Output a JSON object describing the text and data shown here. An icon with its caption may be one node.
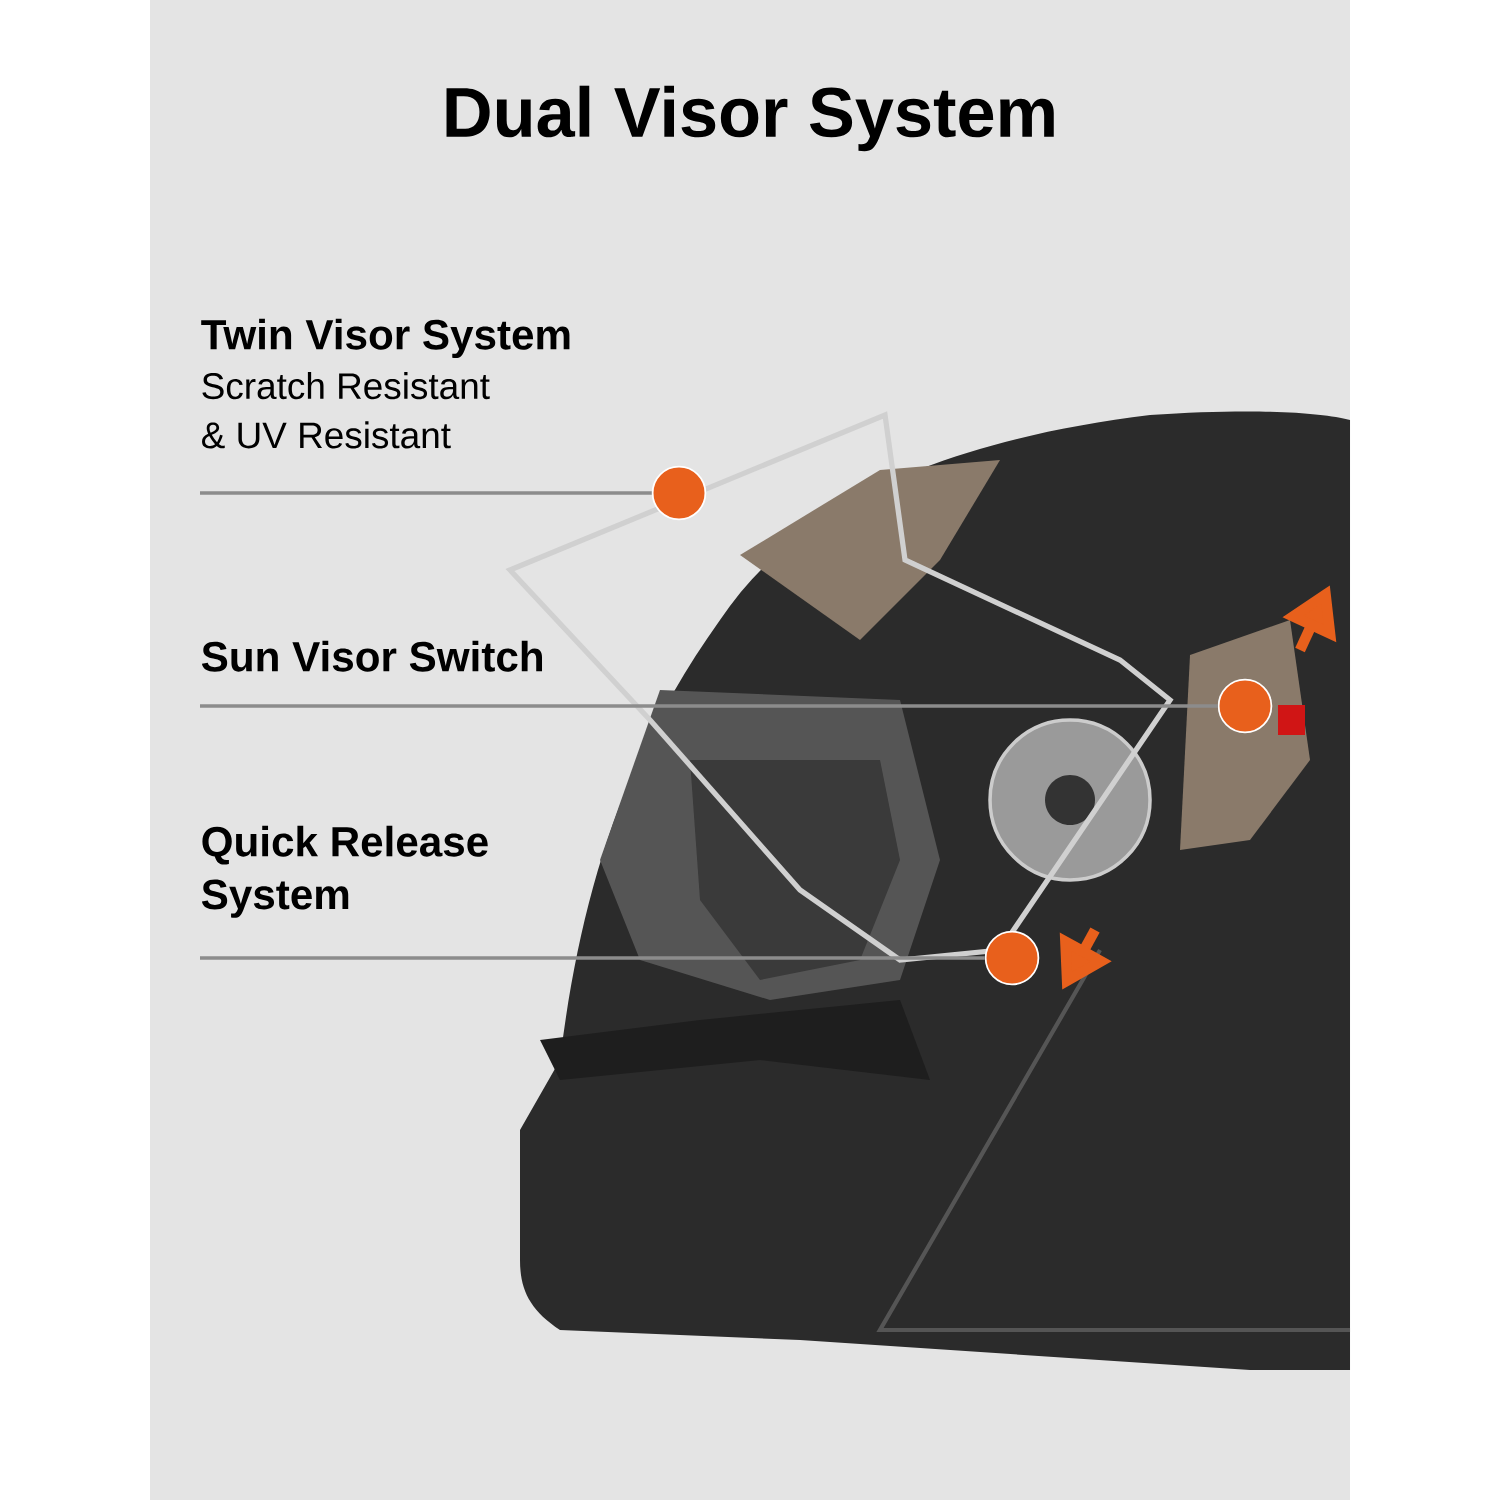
{
  "diagram": {
    "title": "Dual Visor System",
    "nodes": [
      {
        "text": [
          "Twin Visor System",
          "Scratch Resistant & UV Resistant"
        ]
      },
      {
        "text": [],
        "shape": "circle"
      },
      {
        "text": [
          "Sun Visor Switch"
        ]
      },
      {
        "text": [],
        "shape": "circle"
      },
      {
        "text": [
          "Quick Release System"
        ]
      },
      {
        "text": [],
        "shape": "circle"
      }
    ],
    "edges": [
      {
        "from": 0,
        "to": 1,
        "arrow": "none"
      },
      {
        "from": 2,
        "to": 3,
        "arrow": "none"
      },
      {
        "from": 4,
        "to": 5,
        "arrow": "none"
      }
    ]
  }
}
